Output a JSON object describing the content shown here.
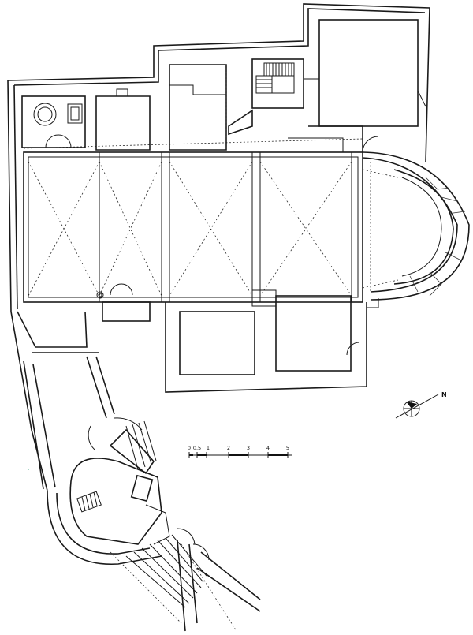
{
  "scale_bar": {
    "labels": [
      "0",
      "0.5",
      "1",
      "2",
      "3",
      "4",
      "5"
    ]
  },
  "north_arrow": {
    "label": "N"
  }
}
